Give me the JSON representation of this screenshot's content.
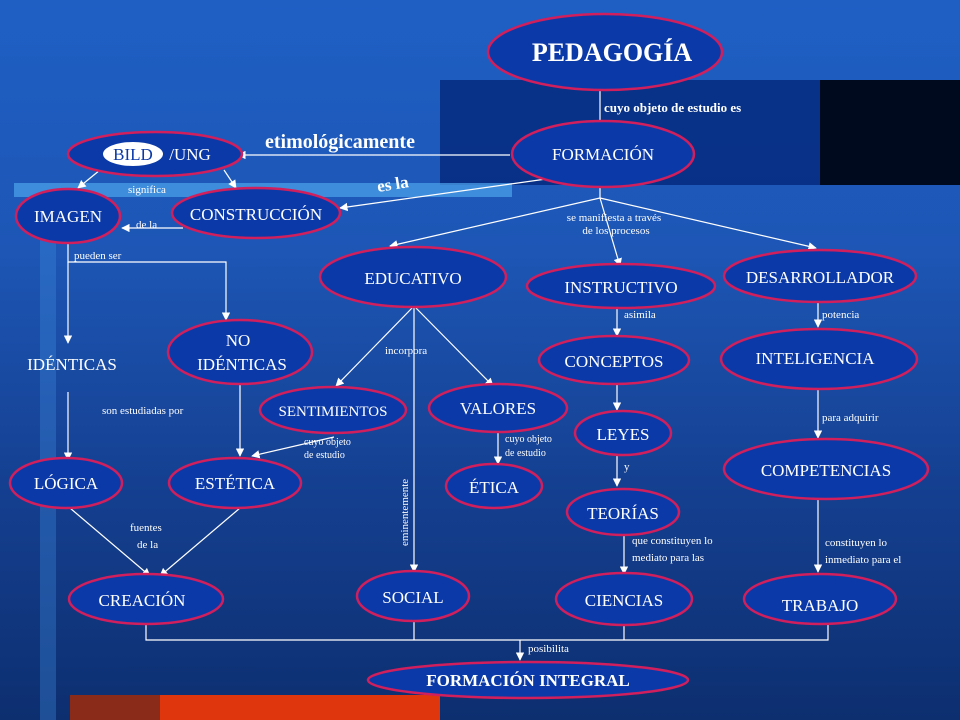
{
  "nodes": {
    "pedagogia": "PEDAGOGÍA",
    "formacion": "FORMACIÓN",
    "bildung_a": "BILD",
    "bildung_b": "/UNG",
    "imagen": "IMAGEN",
    "construccion": "CONSTRUCCIÓN",
    "identicas": "IDÉNTICAS",
    "no_identicas_1": "NO",
    "no_identicas_2": "IDÉNTICAS",
    "logica": "LÓGICA",
    "estetica": "ESTÉTICA",
    "creacion": "CREACIÓN",
    "educativo": "EDUCATIVO",
    "sentimientos": "SENTIMIENTOS",
    "valores": "VALORES",
    "etica": "ÉTICA",
    "social": "SOCIAL",
    "instructivo": "INSTRUCTIVO",
    "conceptos": "CONCEPTOS",
    "leyes": "LEYES",
    "teorias": "TEORÍAS",
    "ciencias": "CIENCIAS",
    "desarrollador": "DESARROLLADOR",
    "inteligencia": "INTELIGENCIA",
    "competencias": "COMPETENCIAS",
    "trabajo": "TRABAJO",
    "formacion_integral": "FORMACIÓN INTEGRAL"
  },
  "edges": {
    "cuyo_objeto": "cuyo objeto de estudio es",
    "etimologicamente": "etimológicamente",
    "es_la": "es la",
    "significa": "significa",
    "de_la": "de la",
    "pueden_ser": "pueden ser",
    "se_manifiesta_1": "se manifiesta a través",
    "se_manifiesta_2": "de los procesos",
    "son_estudiadas": "son estudiadas por",
    "fuentes_1": "fuentes",
    "fuentes_2": "de la",
    "incorpora": "incorpora",
    "eminentemente": "eminentemente",
    "sent_obj_1": "cuyo objeto",
    "sent_obj_2": "de estudio",
    "val_obj_1": "cuyo objeto",
    "val_obj_2": "de estudio",
    "asimila": "asimila",
    "y": "y",
    "mediato_1": "que constituyen lo",
    "mediato_2": "mediato para las",
    "potencia": "potencia",
    "para_adquirir": "para adquirir",
    "inmediato_1": "constituyen lo",
    "inmediato_2": "inmediato para el",
    "posibilita": "posibilita"
  }
}
